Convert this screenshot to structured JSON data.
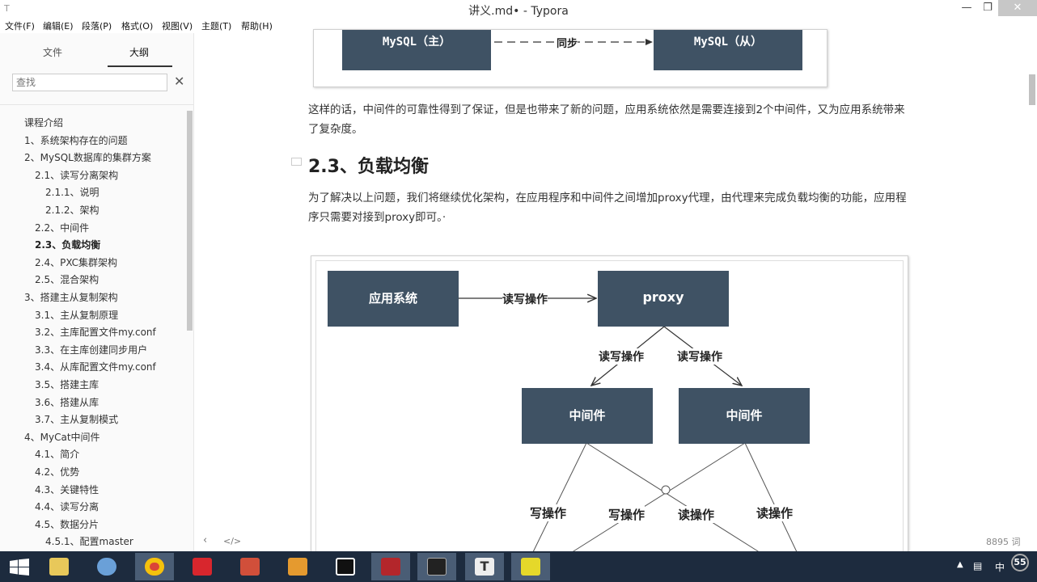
{
  "window": {
    "title": "讲义.md• - Typora"
  },
  "menu": [
    "文件(F)",
    "编辑(E)",
    "段落(P)",
    "格式(O)",
    "视图(V)",
    "主题(T)",
    "帮助(H)"
  ],
  "sidebar": {
    "tabs": {
      "files": "文件",
      "outline": "大纲"
    },
    "search_placeholder": "查找",
    "items": [
      {
        "label": "课程介绍",
        "level": 1
      },
      {
        "label": "1、系统架构存在的问题",
        "level": 1
      },
      {
        "label": "2、MySQL数据库的集群方案",
        "level": 1
      },
      {
        "label": "2.1、读写分离架构",
        "level": 2
      },
      {
        "label": "2.1.1、说明",
        "level": 3
      },
      {
        "label": "2.1.2、架构",
        "level": 3
      },
      {
        "label": "2.2、中间件",
        "level": 2
      },
      {
        "label": "2.3、负载均衡",
        "level": 2,
        "active": true
      },
      {
        "label": "2.4、PXC集群架构",
        "level": 2
      },
      {
        "label": "2.5、混合架构",
        "level": 2
      },
      {
        "label": "3、搭建主从复制架构",
        "level": 1
      },
      {
        "label": "3.1、主从复制原理",
        "level": 2
      },
      {
        "label": "3.2、主库配置文件my.conf",
        "level": 2
      },
      {
        "label": "3.3、在主库创建同步用户",
        "level": 2
      },
      {
        "label": "3.4、从库配置文件my.conf",
        "level": 2
      },
      {
        "label": "3.5、搭建主库",
        "level": 2
      },
      {
        "label": "3.6、搭建从库",
        "level": 2
      },
      {
        "label": "3.7、主从复制模式",
        "level": 2
      },
      {
        "label": "4、MyCat中间件",
        "level": 1
      },
      {
        "label": "4.1、简介",
        "level": 2
      },
      {
        "label": "4.2、优势",
        "level": 2
      },
      {
        "label": "4.3、关键特性",
        "level": 2
      },
      {
        "label": "4.4、读写分离",
        "level": 2
      },
      {
        "label": "4.5、数据分片",
        "level": 2
      },
      {
        "label": "4.5.1、配置master",
        "level": 3
      }
    ]
  },
  "editor": {
    "top_diagram": {
      "master": "MySQL（主）",
      "sync": "同步",
      "slave": "MySQL（从）"
    },
    "paragraph1": "这样的话，中间件的可靠性得到了保证，但是也带来了新的问题，应用系统依然是需要连接到2个中间件，又为应用系统带来了复杂度。",
    "heading": "2.3、负载均衡",
    "paragraph2": "为了解决以上问题，我们将继续优化架构，在应用程序和中间件之间增加proxy代理，由代理来完成负载均衡的功能，应用程序只需要对接到proxy即可。·",
    "diagram": {
      "app": "应用系统",
      "rw": "读写操作",
      "proxy": "proxy",
      "rw_left": "读写操作",
      "rw_right": "读写操作",
      "mid_left": "中间件",
      "mid_right": "中间件",
      "w1": "写操作",
      "w2": "写操作",
      "r1": "读操作",
      "r2": "读操作"
    }
  },
  "status": {
    "word_count": "8895 词"
  },
  "taskbar": {
    "tray_ime": "中",
    "tray_clock_badge": "55"
  }
}
